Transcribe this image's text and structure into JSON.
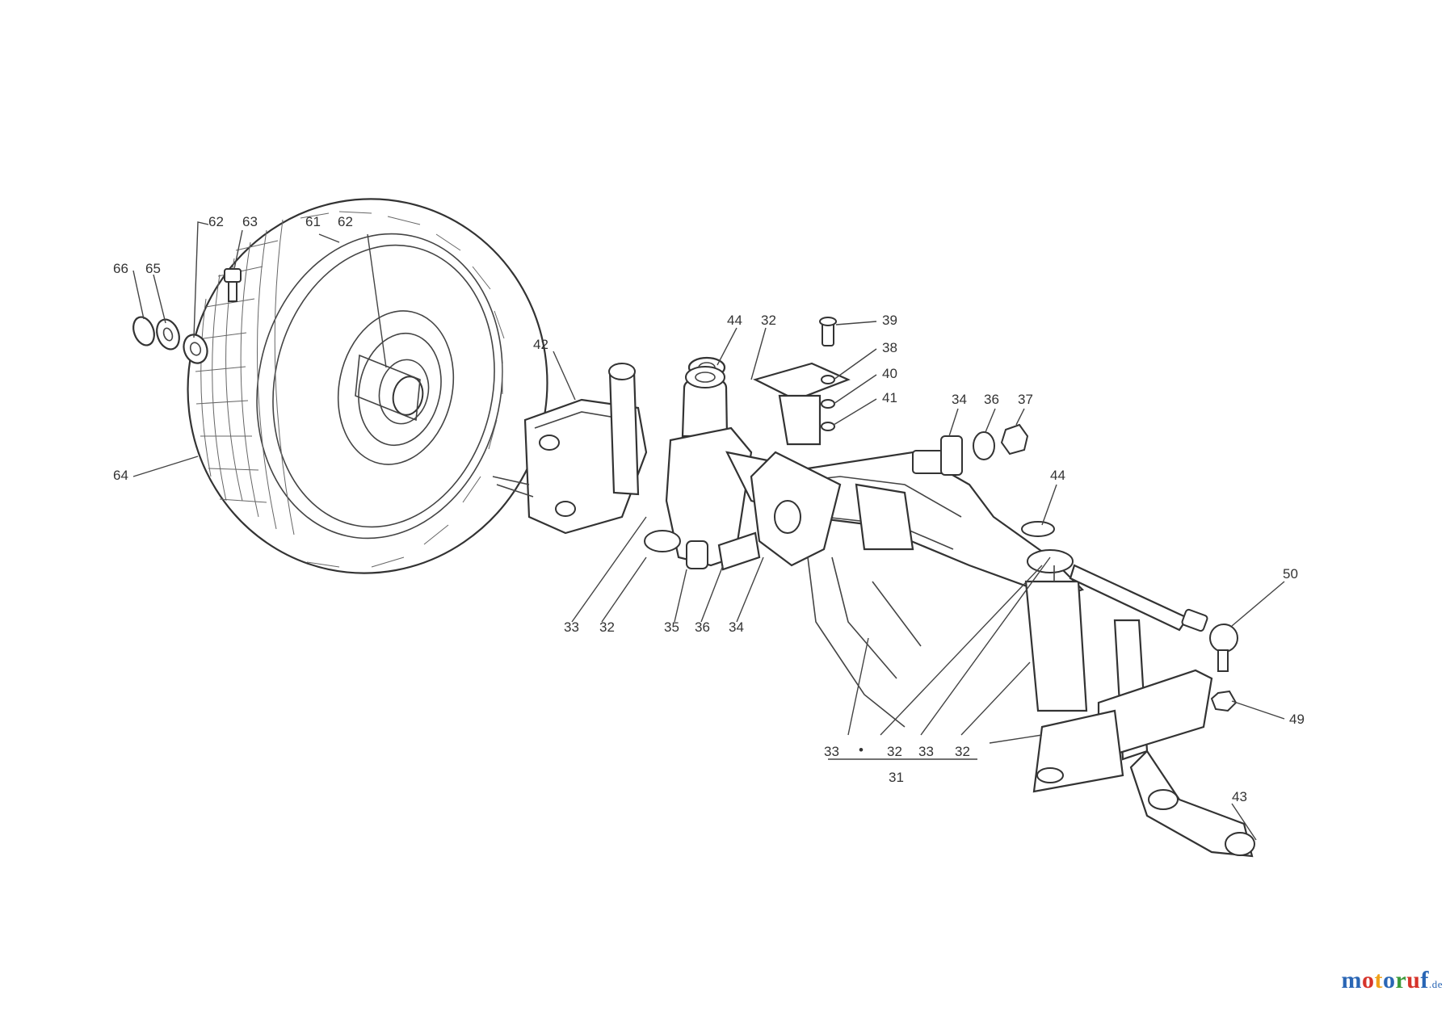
{
  "callouts": {
    "c66": "66",
    "c65": "65",
    "c62a": "62",
    "c63": "63",
    "c61": "61",
    "c62b": "62",
    "c64": "64",
    "c42": "42",
    "c44a": "44",
    "c32a": "32",
    "c39": "39",
    "c38": "38",
    "c40": "40",
    "c41": "41",
    "c34a": "34",
    "c36": "36",
    "c37": "37",
    "c44b": "44",
    "c50": "50",
    "c33a": "33",
    "c32b": "32",
    "c35": "35",
    "c36b": "36",
    "c34b": "34",
    "c49": "49",
    "c33b": "33",
    "c32c": "32",
    "c33c": "33",
    "c32d": "32",
    "c31": "31",
    "c43": "43",
    "dot": "•"
  },
  "logo": {
    "letters": [
      "m",
      "o",
      "t",
      "o",
      "r",
      "u",
      "f"
    ],
    "colors": [
      "#2a66b5",
      "#d6332a",
      "#f0a11a",
      "#2a66b5",
      "#3a9a3a",
      "#d6332a",
      "#2a66b5"
    ],
    "suffix": ".de"
  }
}
